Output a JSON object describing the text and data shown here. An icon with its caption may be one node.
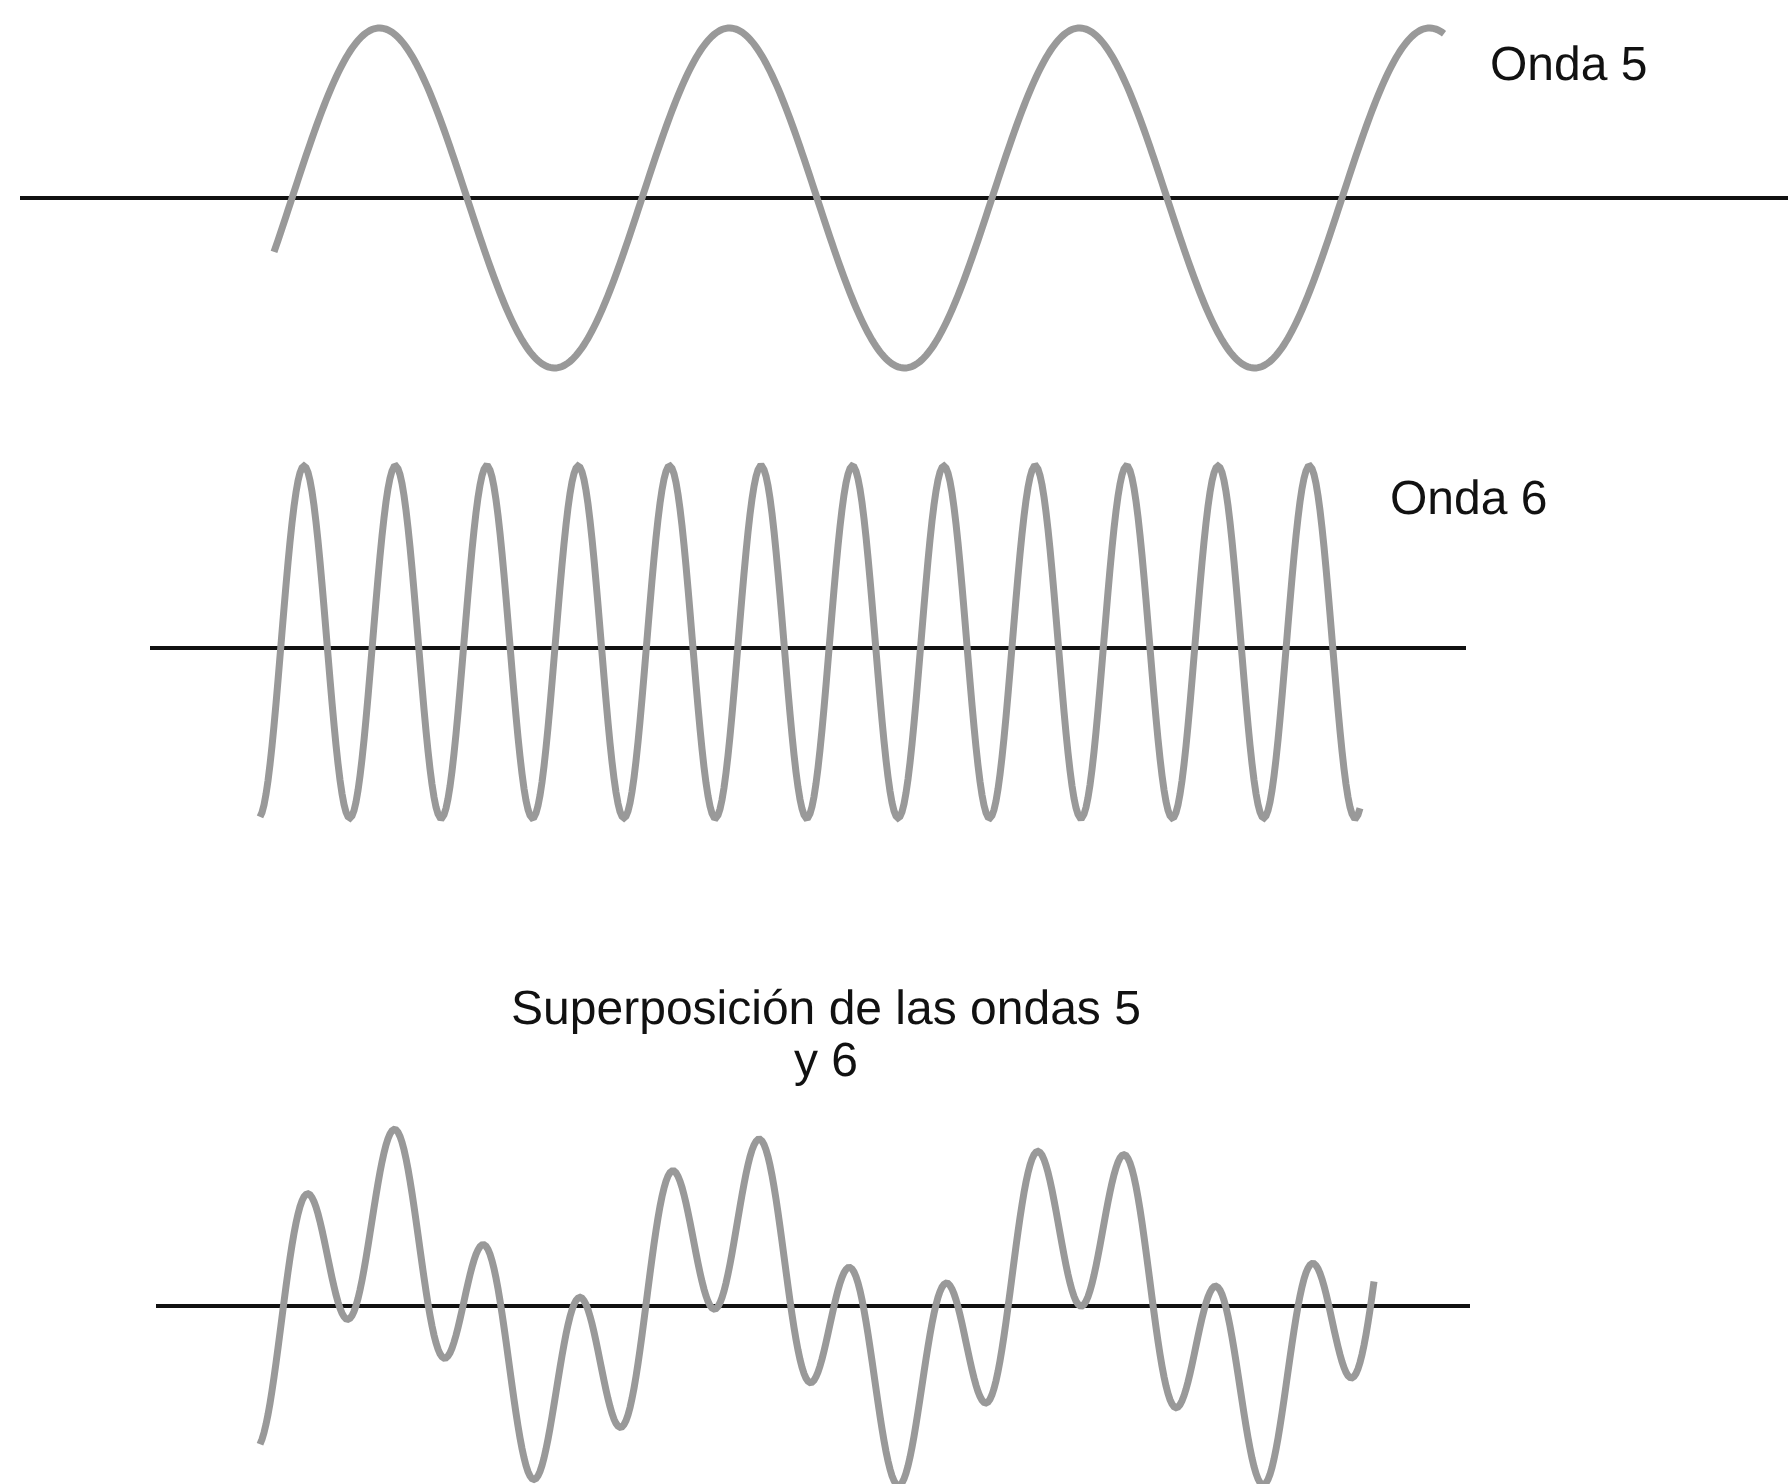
{
  "diagram": {
    "labels": [
      "Onda 5",
      "Onda 6",
      "Superposición de las ondas 5 y 6"
    ]
  }
}
